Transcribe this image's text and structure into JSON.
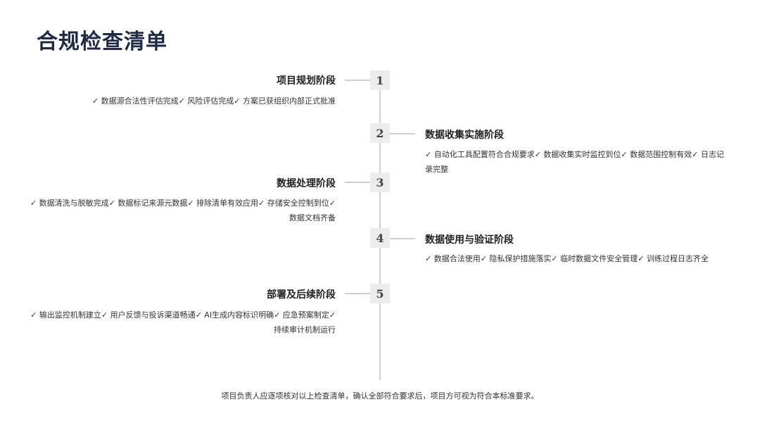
{
  "title": "合规检查清单",
  "stages": [
    {
      "num": "1",
      "title": "项目规划阶段",
      "desc": "✓ 数据源合法性评估完成✓ 风险评估完成✓ 方案已获组织内部正式批准"
    },
    {
      "num": "2",
      "title": "数据收集实施阶段",
      "desc": "✓ 自动化工具配置符合合规要求✓ 数据收集实时监控到位✓ 数据范围控制有效✓ 日志记录完整"
    },
    {
      "num": "3",
      "title": "数据处理阶段",
      "desc": "✓ 数据清洗与脱敏完成✓ 数据标记来源元数据✓ 排除清单有效应用✓ 存储安全控制到位✓ 数据文档齐备"
    },
    {
      "num": "4",
      "title": "数据使用与验证阶段",
      "desc": "✓ 数据合法使用✓ 隐私保护措施落实✓ 临时数据文件安全管理✓ 训练过程日志齐全"
    },
    {
      "num": "5",
      "title": "部署及后续阶段",
      "desc": "✓ 输出监控机制建立✓ 用户反馈与投诉渠道畅通✓ AI生成内容标识明确✓ 应急预案制定✓ 持续审计机制运行"
    }
  ],
  "footer": "项目负责人应逐项核对以上检查清单，确认全部符合要求后，项目方可视为符合本标准要求。",
  "colors": {
    "title": "#1f2a44",
    "line": "#cfcfcf",
    "node_bg": "#ececec"
  }
}
